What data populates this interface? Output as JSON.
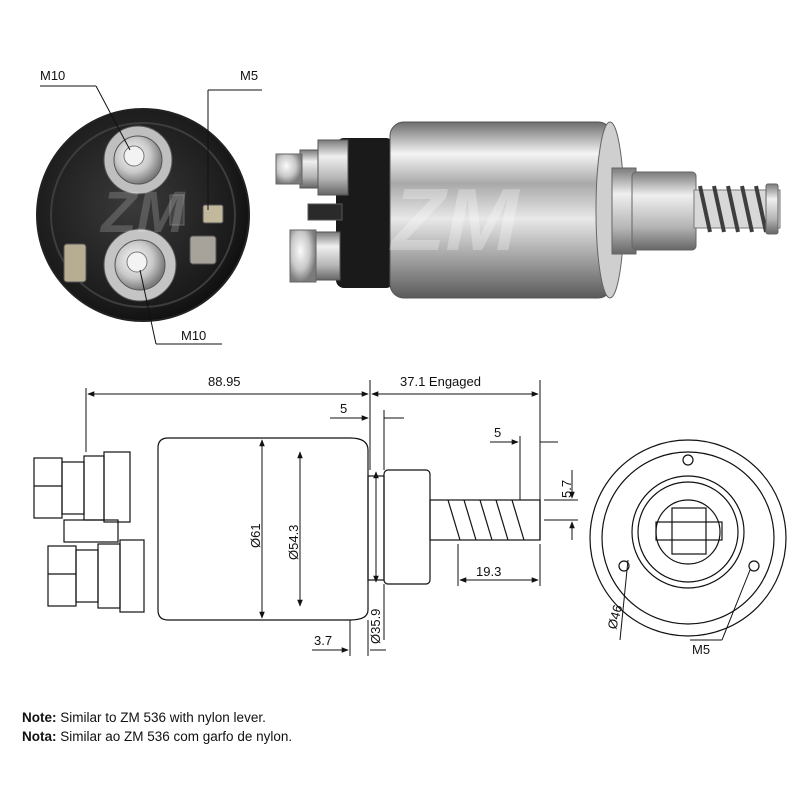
{
  "photos": {
    "end_view_labels": {
      "top_left_terminal": "M10",
      "top_right_terminal": "M5",
      "bottom_terminal": "M10"
    },
    "watermark": "ZM"
  },
  "drawing": {
    "overall_length": "88.95",
    "engaged_travel": "37.1 Engaged",
    "offset_5_a": "5",
    "offset_5_b": "5",
    "plunger_height": "5.7",
    "spring_length": "19.3",
    "body_diameter": "Ø61",
    "inner_diameter": "Ø54.3",
    "neck_diameter": "Ø35.9",
    "flange_thickness": "3.7",
    "mount_diameter": "Ø46",
    "mount_screw": "M5"
  },
  "notes": [
    {
      "label": "Note:",
      "text": " Similar to ZM 536 with nylon lever."
    },
    {
      "label": "Nota:",
      "text": " Similar ao ZM 536 com garfo de nylon."
    }
  ]
}
